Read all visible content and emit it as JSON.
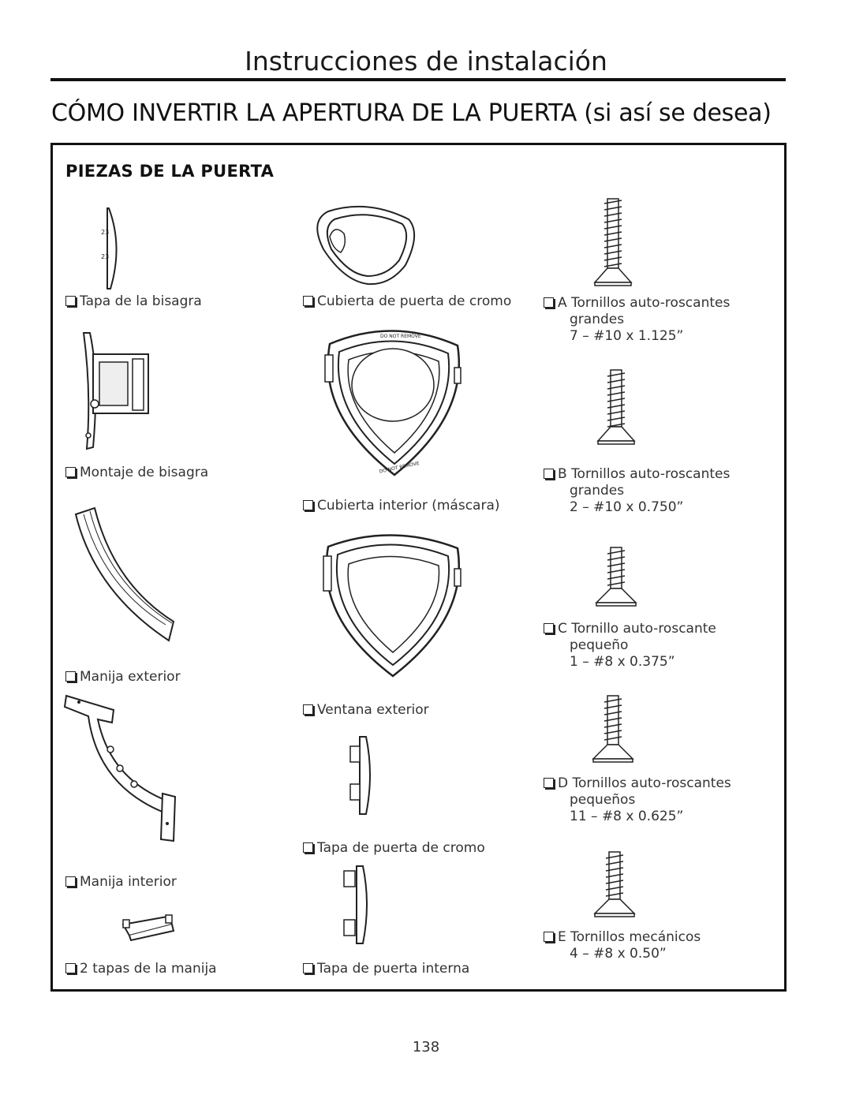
{
  "header": {
    "title": "Instrucciones de instalación",
    "section_title": "CÓMO INVERTIR LA APERTURA DE LA PUERTA (si así se desea)"
  },
  "parts_box": {
    "heading": "PIEZAS DE LA PUERTA",
    "col1": [
      {
        "label": "Tapa de la bisagra"
      },
      {
        "label": "Montaje de bisagra"
      },
      {
        "label": "Manija exterior"
      },
      {
        "label": "Manija interior"
      },
      {
        "label": "2 tapas de la manija"
      }
    ],
    "col2": [
      {
        "label": "Cubierta de puerta de cromo"
      },
      {
        "label": "Cubierta interior (máscara)"
      },
      {
        "label": "Ventana exterior"
      },
      {
        "label": "Tapa de puerta de cromo"
      },
      {
        "label": "Tapa de puerta interna"
      }
    ],
    "stamp_text": "DO NOT REMOVE",
    "screws": [
      {
        "label": "A Tornillos auto-roscantes",
        "line2": "grandes",
        "spec": "7 – #10 x 1.125”"
      },
      {
        "label": "B Tornillos auto-roscantes",
        "line2": "grandes",
        "spec": "2 – #10 x 0.750”"
      },
      {
        "label": "C Tornillo auto-roscante",
        "line2": "pequeño",
        "spec": "1 – #8 x 0.375”"
      },
      {
        "label": "D Tornillos auto-roscantes",
        "line2": "pequeños",
        "spec": "11 – #8 x 0.625”"
      },
      {
        "label": "E Tornillos mecánicos",
        "line2": "",
        "spec": "4 – #8 x 0.50”"
      }
    ]
  },
  "footer": {
    "page_number": "138"
  }
}
